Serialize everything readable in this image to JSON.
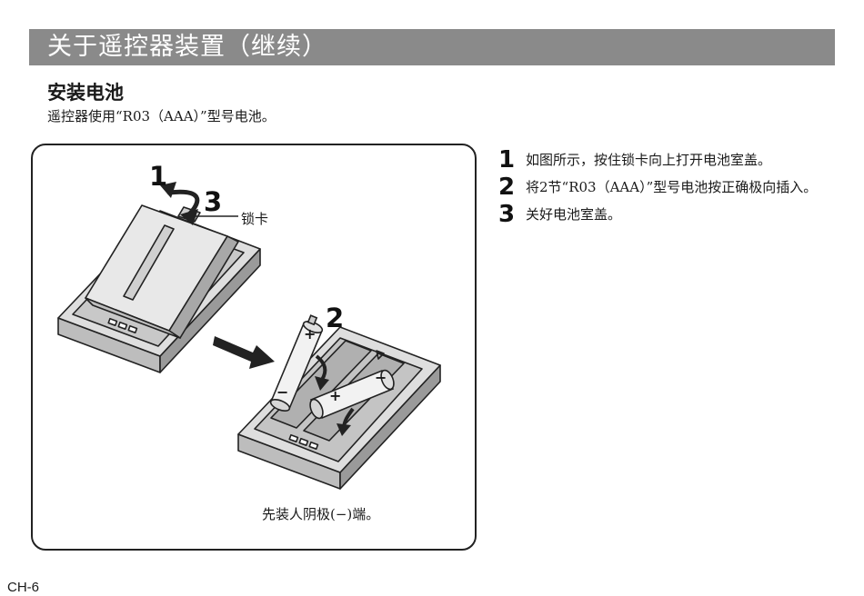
{
  "header": {
    "title": "关于遥控器装置（继续）"
  },
  "section": {
    "title": "安装电池",
    "description": "遥控器使用“R03（AAA）”型号电池。"
  },
  "figure": {
    "lock_label": "锁卡",
    "caption": "先装人阴极(−)端。",
    "callouts": [
      "1",
      "3",
      "2"
    ],
    "plus_sign": "+",
    "minus_sign": "−"
  },
  "steps": [
    {
      "number": "1",
      "text": "如图所示，按住锁卡向上打开电池室盖。"
    },
    {
      "number": "2",
      "text": "将2节“R03（AAA）”型号电池按正确极向插入。"
    },
    {
      "number": "3",
      "text": "关好电池室盖。"
    }
  ],
  "footer": {
    "page_number": "CH-6"
  }
}
